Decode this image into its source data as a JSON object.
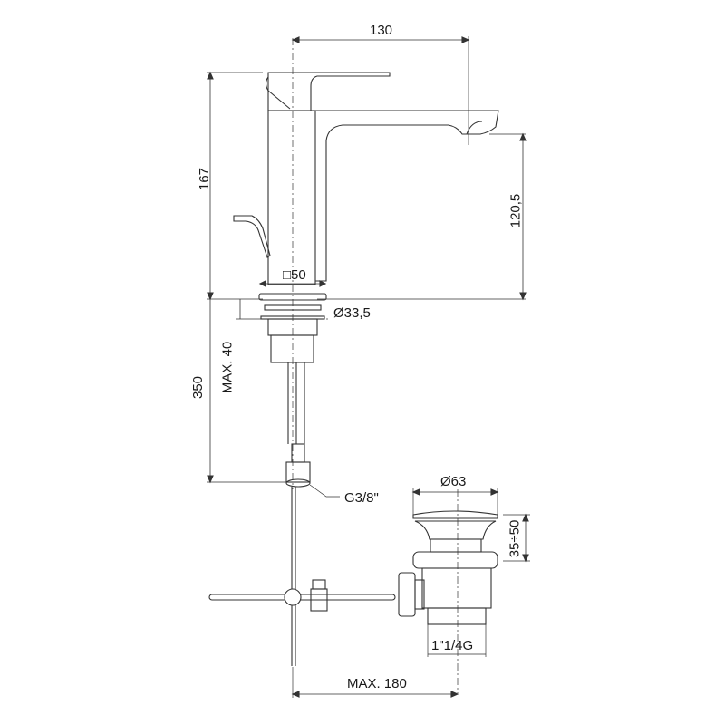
{
  "drawing": {
    "type": "technical-dimension-drawing",
    "subject": "basin mixer faucet with pop-up waste",
    "dimensions": {
      "spout_reach": "130",
      "total_height": "167",
      "spout_height": "120,5",
      "base_square": "□50",
      "mounting_diameter": "Ø33,5",
      "max_deck_thickness": "MAX. 40",
      "hose_length": "350",
      "hose_connection": "G3/8\"",
      "waste_diameter": "Ø63",
      "waste_range": "35÷50",
      "waste_thread": "1\"1/4G",
      "max_linkage": "MAX. 180"
    }
  }
}
